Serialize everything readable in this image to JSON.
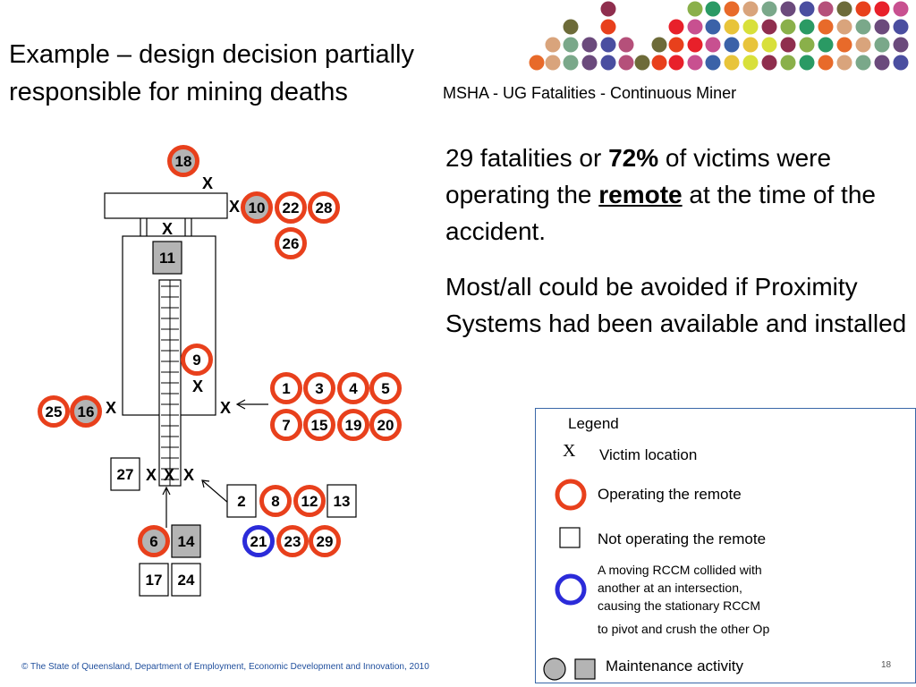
{
  "slide": {
    "title_line1": "Example – design decision partially",
    "title_line2": "responsible for mining deaths",
    "subtitle": "MSHA - UG Fatalities - Continuous Miner",
    "para1_a": "29 fatalities or ",
    "para1_pct": "72%",
    "para1_b": " of  victims were operating the ",
    "para1_remote": "remote",
    "para1_c": " at the time of the accident.",
    "para2": "Most/all could be avoided if Proximity Systems had been available and installed",
    "footer": "© The State of Queensland, Department of Employment, Economic Development and Innovation, 2010",
    "page_number": "18"
  },
  "legend": {
    "title": "Legend",
    "x_symbol": "X",
    "victim_location": "Victim location",
    "operating": "Operating the remote",
    "not_operating": "Not operating the remote",
    "collision_line1": "A moving RCCM collided with",
    "collision_line2": "another at an intersection,",
    "collision_line3": "causing the stationary RCCM",
    "collision_line4": "to pivot and crush the other Op",
    "maintenance": "Maintenance  activity"
  },
  "diagram": {
    "x_mark": "X",
    "markers": [
      {
        "label": "18",
        "shape": "circle",
        "ring": "red",
        "fill": "gray"
      },
      {
        "label": "10",
        "shape": "circle",
        "ring": "red",
        "fill": "gray"
      },
      {
        "label": "22",
        "shape": "circle",
        "ring": "red",
        "fill": "white"
      },
      {
        "label": "28",
        "shape": "circle",
        "ring": "red",
        "fill": "white"
      },
      {
        "label": "26",
        "shape": "circle",
        "ring": "red",
        "fill": "white"
      },
      {
        "label": "11",
        "shape": "square",
        "ring": "none",
        "fill": "gray"
      },
      {
        "label": "9",
        "shape": "circle",
        "ring": "red",
        "fill": "white"
      },
      {
        "label": "1",
        "shape": "circle",
        "ring": "red",
        "fill": "white"
      },
      {
        "label": "3",
        "shape": "circle",
        "ring": "red",
        "fill": "white"
      },
      {
        "label": "4",
        "shape": "circle",
        "ring": "red",
        "fill": "white"
      },
      {
        "label": "5",
        "shape": "circle",
        "ring": "red",
        "fill": "white"
      },
      {
        "label": "7",
        "shape": "circle",
        "ring": "red",
        "fill": "white"
      },
      {
        "label": "15",
        "shape": "circle",
        "ring": "red",
        "fill": "white"
      },
      {
        "label": "19",
        "shape": "circle",
        "ring": "red",
        "fill": "white"
      },
      {
        "label": "20",
        "shape": "circle",
        "ring": "red",
        "fill": "white"
      },
      {
        "label": "25",
        "shape": "circle",
        "ring": "red",
        "fill": "white"
      },
      {
        "label": "16",
        "shape": "circle",
        "ring": "red",
        "fill": "gray"
      },
      {
        "label": "27",
        "shape": "square",
        "ring": "none",
        "fill": "white"
      },
      {
        "label": "2",
        "shape": "square",
        "ring": "none",
        "fill": "white"
      },
      {
        "label": "8",
        "shape": "circle",
        "ring": "red",
        "fill": "white"
      },
      {
        "label": "12",
        "shape": "circle",
        "ring": "red",
        "fill": "white"
      },
      {
        "label": "13",
        "shape": "square",
        "ring": "none",
        "fill": "white"
      },
      {
        "label": "6",
        "shape": "circle",
        "ring": "red",
        "fill": "gray"
      },
      {
        "label": "14",
        "shape": "square",
        "ring": "none",
        "fill": "gray"
      },
      {
        "label": "21",
        "shape": "circle",
        "ring": "blue",
        "fill": "white"
      },
      {
        "label": "23",
        "shape": "circle",
        "ring": "red",
        "fill": "white"
      },
      {
        "label": "29",
        "shape": "circle",
        "ring": "red",
        "fill": "white"
      },
      {
        "label": "17",
        "shape": "square",
        "ring": "none",
        "fill": "white"
      },
      {
        "label": "24",
        "shape": "square",
        "ring": "none",
        "fill": "white"
      }
    ]
  },
  "colors": {
    "ring_red": "#e8401c",
    "ring_blue": "#2b2bd9",
    "maintenance_gray": "#b4b4b4",
    "legend_border": "#3a67a8"
  }
}
